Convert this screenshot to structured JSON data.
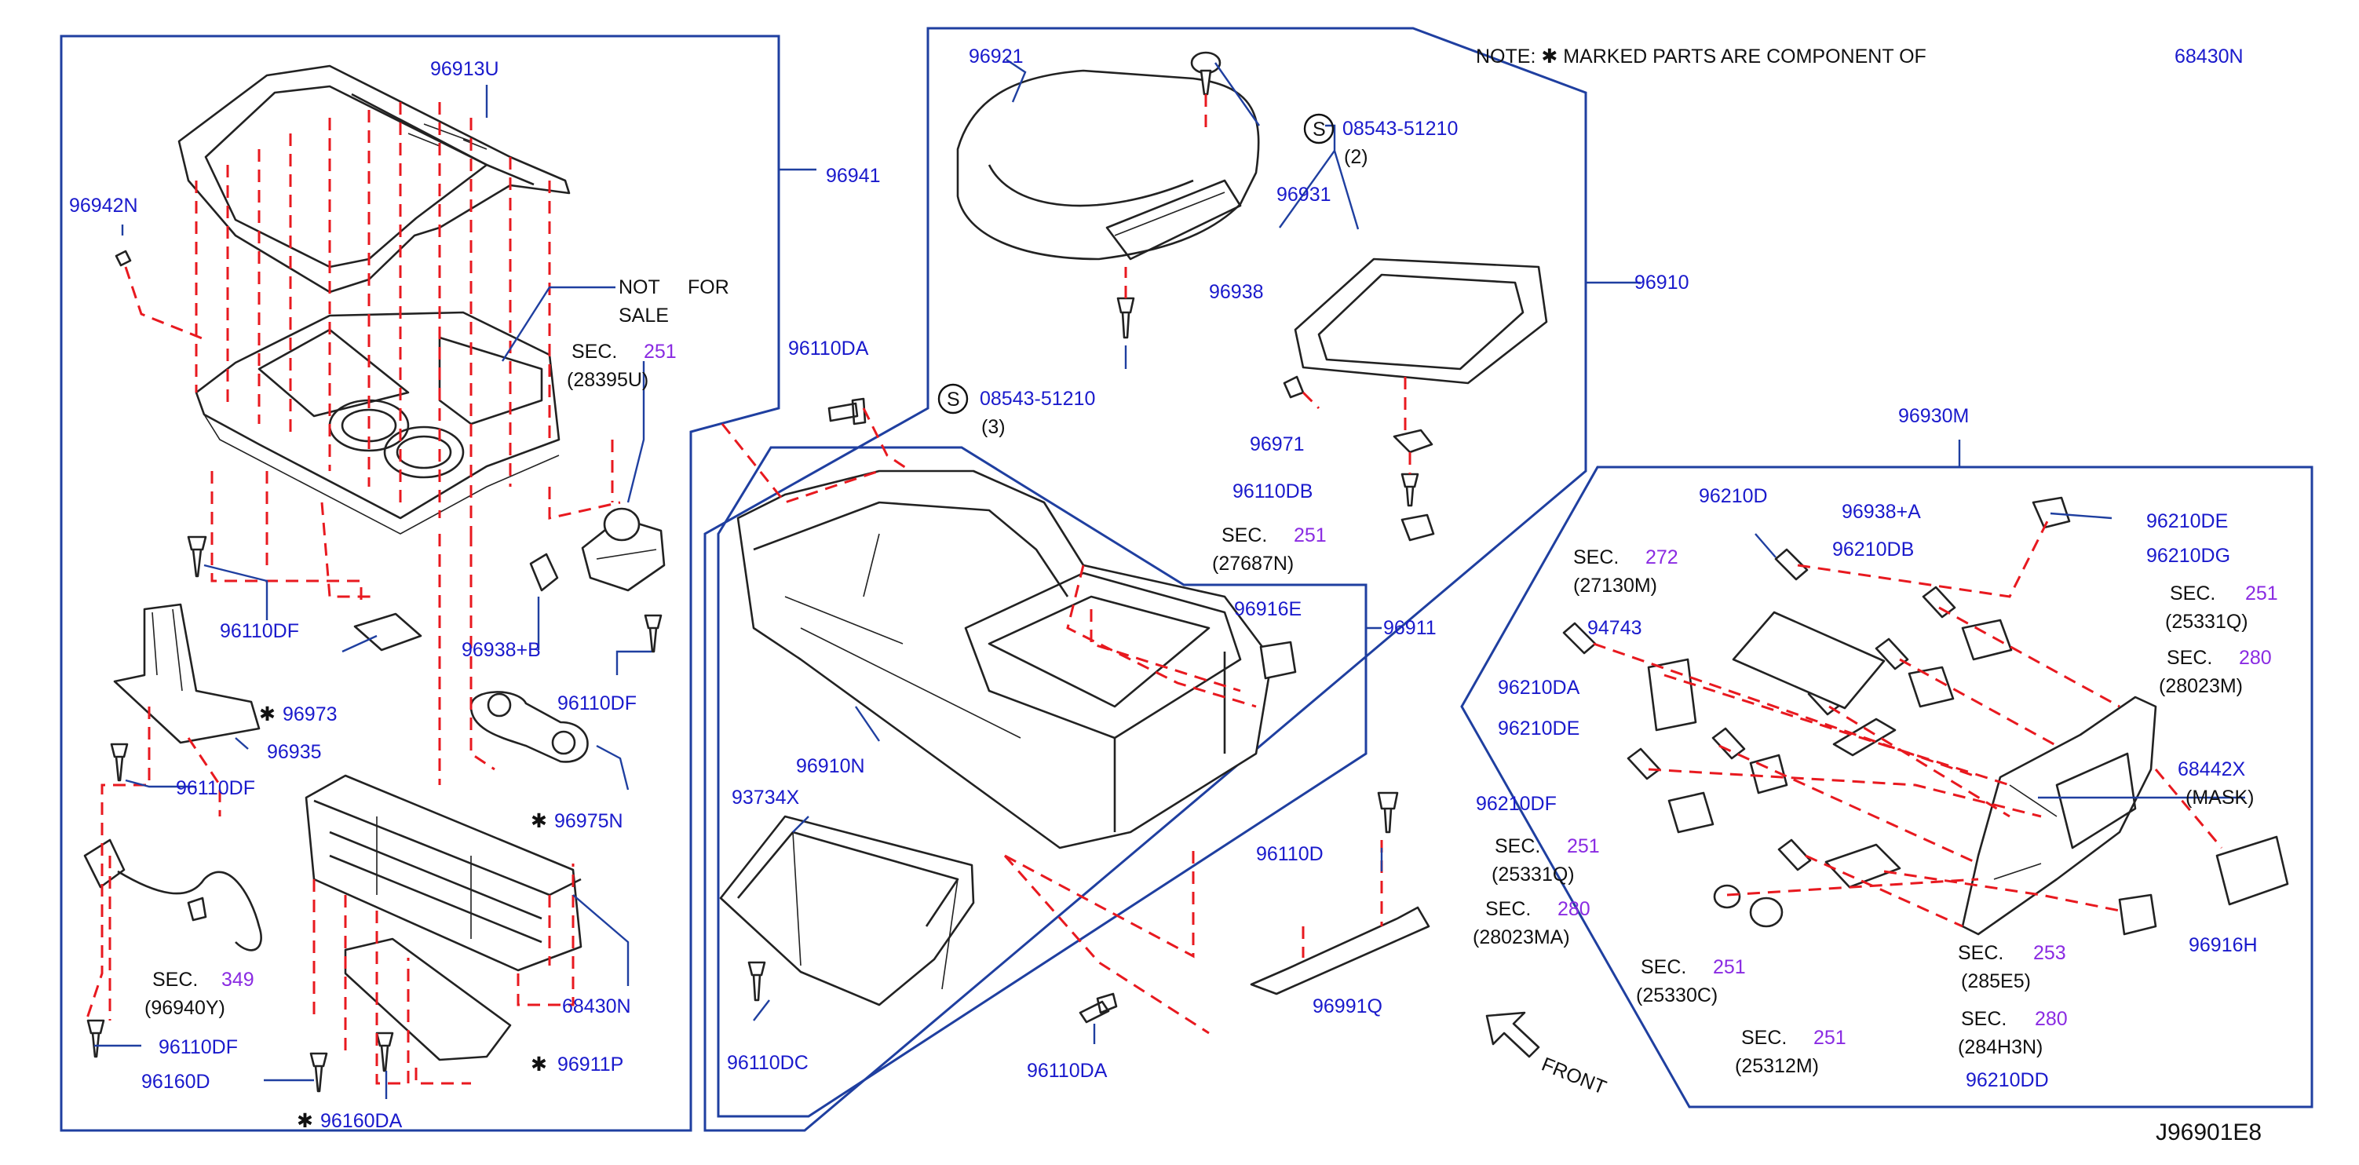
{
  "note": {
    "text": "NOTE:  ✱ MARKED PARTS ARE COMPONENT OF",
    "ref": "68430N"
  },
  "diagram_id": "J96901E8",
  "front_label": "FRONT",
  "not_for_sale": [
    "NOT",
    "FOR",
    "SALE"
  ],
  "parts": {
    "p96913U": "96913U",
    "p96942N": "96942N",
    "p96941": "96941",
    "p96110DF_a": "96110DF",
    "p96938B": "96938+B",
    "p96110DF_b": "96110DF",
    "p96973": "96973",
    "p96935": "96935",
    "p96110DF_c": "96110DF",
    "p96975N": "96975N",
    "p68430N": "68430N",
    "p96110DF_d": "96110DF",
    "p96160D": "96160D",
    "p96160DA": "96160DA",
    "p96911P": "96911P",
    "p96921": "96921",
    "p96931": "96931",
    "p96938": "96938",
    "p96910": "96910",
    "p96110DA_a": "96110DA",
    "p96971": "96971",
    "p96110DB": "96110DB",
    "p96916E": "96916E",
    "p96911": "96911",
    "p96910N": "96910N",
    "p93734X": "93734X",
    "p96110D": "96110D",
    "p96110DC": "96110DC",
    "p96991Q": "96991Q",
    "p96110DA_b": "96110DA",
    "p96930M": "96930M",
    "p96210D": "96210D",
    "p96938A": "96938+A",
    "p96210DE_a": "96210DE",
    "p96210DB": "96210DB",
    "p96210DG": "96210DG",
    "p94743": "94743",
    "p96210DA": "96210DA",
    "p96210DE_b": "96210DE",
    "p96210DF": "96210DF",
    "p68442X": "68442X",
    "p96916H": "96916H",
    "p96210DD": "96210DD"
  },
  "screw": {
    "symbol": "S",
    "a_part": "08543-51210",
    "a_qty": "(2)",
    "b_part": "08543-51210",
    "b_qty": "(3)"
  },
  "sections": {
    "s1": {
      "prefix": "SEC.",
      "num": "251",
      "ref": "(28395U)"
    },
    "s2": {
      "prefix": "SEC.",
      "num": "349",
      "ref": "(96940Y)"
    },
    "s3": {
      "prefix": "SEC.",
      "num": "251",
      "ref": "(27687N)"
    },
    "s4": {
      "prefix": "SEC.",
      "num": "272",
      "ref": "(27130M)"
    },
    "s5": {
      "prefix": "SEC.",
      "num": "251",
      "ref": "(25331Q)"
    },
    "s6": {
      "prefix": "SEC.",
      "num": "280",
      "ref": "(28023M)"
    },
    "s7": {
      "prefix": "SEC.",
      "num": "251",
      "ref": "(25331Q)"
    },
    "s8": {
      "prefix": "SEC.",
      "num": "280",
      "ref": "(28023MA)"
    },
    "s9": {
      "prefix": "SEC.",
      "num": "251",
      "ref": "(25330C)"
    },
    "s10": {
      "prefix": "SEC.",
      "num": "253",
      "ref": "(285E5)"
    },
    "s11": {
      "prefix": "SEC.",
      "num": "251",
      "ref": "(25312M)"
    },
    "s12": {
      "prefix": "SEC.",
      "num": "280",
      "ref": "(284H3N)"
    }
  },
  "mask_label": "(MASK)",
  "star": "✱",
  "colors": {
    "part_text": "#1a1acc",
    "section_number": "#8a2be2",
    "frame": "#1f3fa0",
    "dash": "#e8191f",
    "ink": "#222222"
  }
}
